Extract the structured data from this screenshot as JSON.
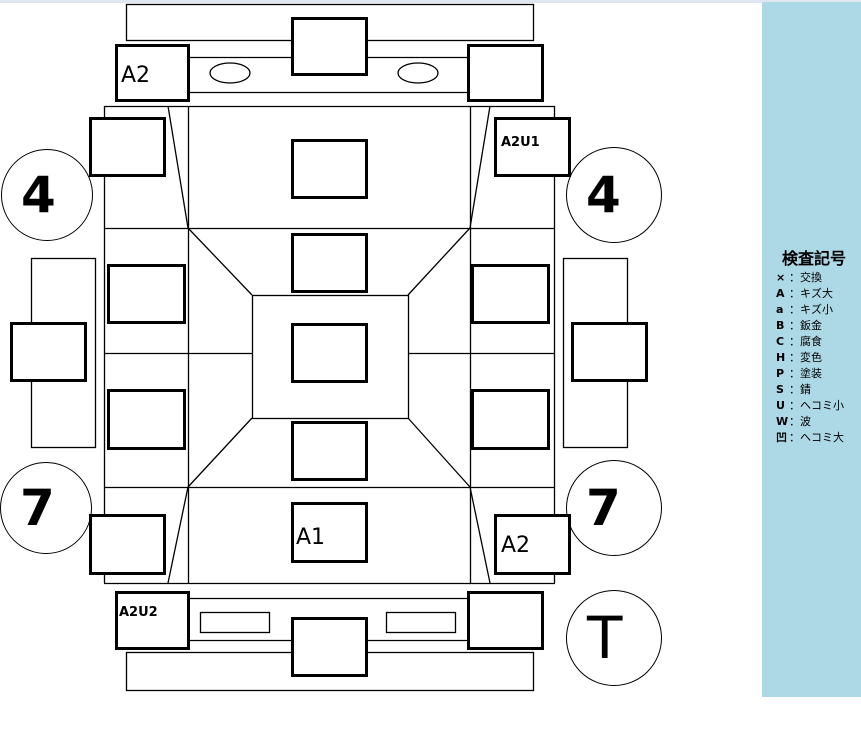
{
  "colors": {
    "legend_bg": "#add8e6",
    "line": "#000000",
    "top_strip": "#dfe8f0"
  },
  "diagram": {
    "panels": {
      "front_bumper_left": "A2",
      "front_fender_right": "A2U1",
      "trunk": "A1",
      "rear_fender_right": "A2",
      "rear_bumper_left": "A2U2"
    },
    "circles": {
      "front_left": "4",
      "front_right": "4",
      "rear_left": "7",
      "rear_right": "7",
      "bottom_right": "T"
    }
  },
  "legend": {
    "title": "検査記号",
    "items": [
      {
        "code": "×",
        "label": "：交換"
      },
      {
        "code": "A",
        "label": "：キズ大"
      },
      {
        "code": "a",
        "label": "：キズ小"
      },
      {
        "code": "B",
        "label": "：鈑金"
      },
      {
        "code": "C",
        "label": "：腐食"
      },
      {
        "code": "H",
        "label": "：変色"
      },
      {
        "code": "P",
        "label": "：塗装"
      },
      {
        "code": "S",
        "label": "：錆"
      },
      {
        "code": "U",
        "label": "：ヘコミ小"
      },
      {
        "code": "W",
        "label": "：波"
      },
      {
        "code": "凹",
        "label": "：ヘコミ大"
      }
    ]
  }
}
